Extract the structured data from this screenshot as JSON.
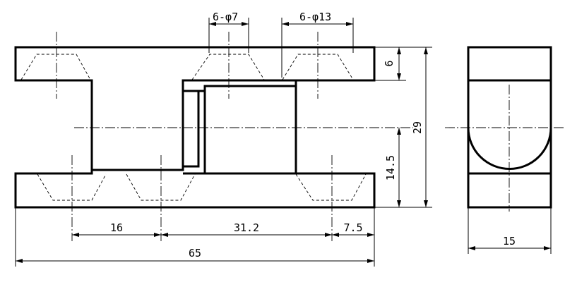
{
  "dimensions": {
    "hole_small": "6-φ7",
    "hole_large": "6-φ13",
    "thickness": "6",
    "total_height": "29",
    "half_height": "14.5",
    "spacing_a": "16",
    "spacing_b": "31.2",
    "edge_offset": "7.5",
    "overall_length": "65",
    "width": "15"
  }
}
